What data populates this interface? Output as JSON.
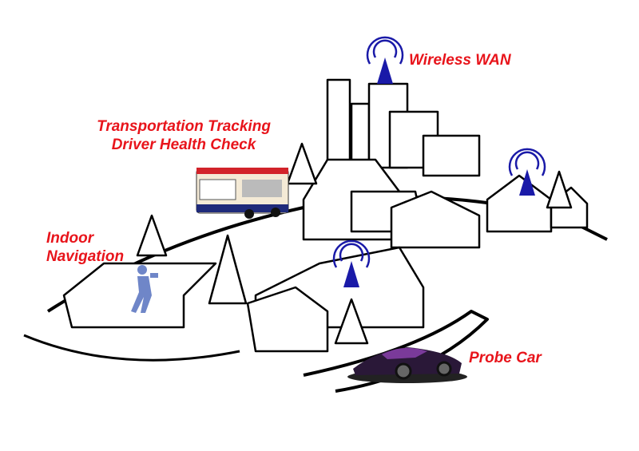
{
  "labels": {
    "wireless_wan": "Wireless WAN",
    "transport_line1": "Transportation Tracking",
    "transport_line2": "Driver Health Check",
    "indoor_line1": "Indoor",
    "indoor_line2": "Navigation",
    "probe_car": "Probe Car"
  },
  "colors": {
    "label": "#e8141b",
    "antenna": "#1a1aa8",
    "person": "#6f86c8"
  },
  "icons": [
    "antenna-icon",
    "bus-icon",
    "person-icon",
    "car-icon",
    "house-icon",
    "tree-icon",
    "building-icon"
  ]
}
